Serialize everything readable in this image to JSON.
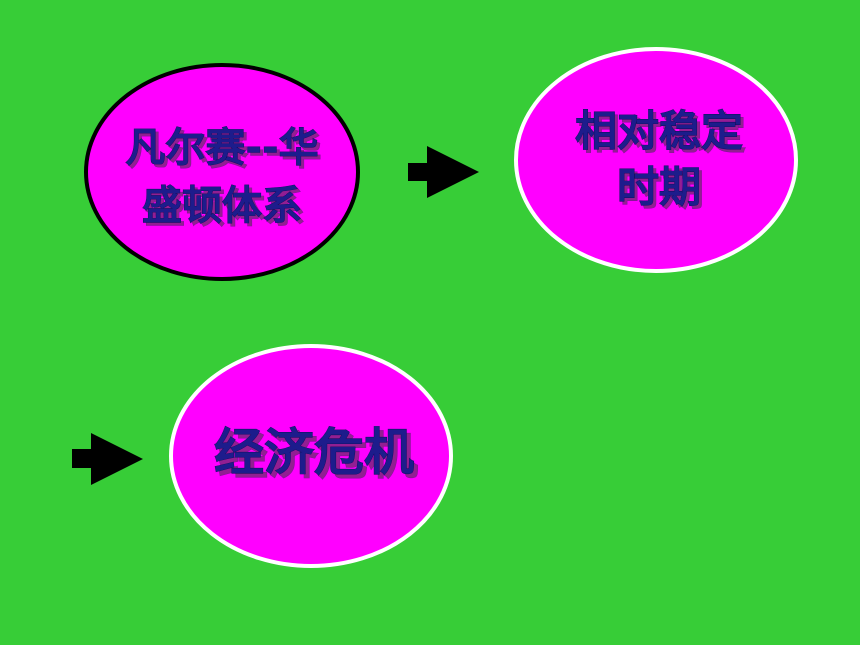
{
  "colors": {
    "background": "#37cd37",
    "node_fill": "#ff00ff",
    "node_text": "#1d1c8c",
    "node_border_black": "#000000",
    "node_border_white": "#ffffff",
    "arrow": "#000000"
  },
  "nodes": [
    {
      "id": "versailles-washington",
      "lines": [
        "凡尔赛--华",
        "盛顿体系"
      ]
    },
    {
      "id": "relative-stability",
      "lines": [
        "相对稳定",
        "时期"
      ]
    },
    {
      "id": "economic-crisis",
      "lines": [
        "经济危机"
      ]
    }
  ],
  "arrows": [
    {
      "from": "versailles-washington",
      "to": "relative-stability",
      "icon": "arrow-right-icon"
    },
    {
      "from": "relative-stability",
      "to": "economic-crisis",
      "icon": "arrow-right-icon"
    }
  ]
}
